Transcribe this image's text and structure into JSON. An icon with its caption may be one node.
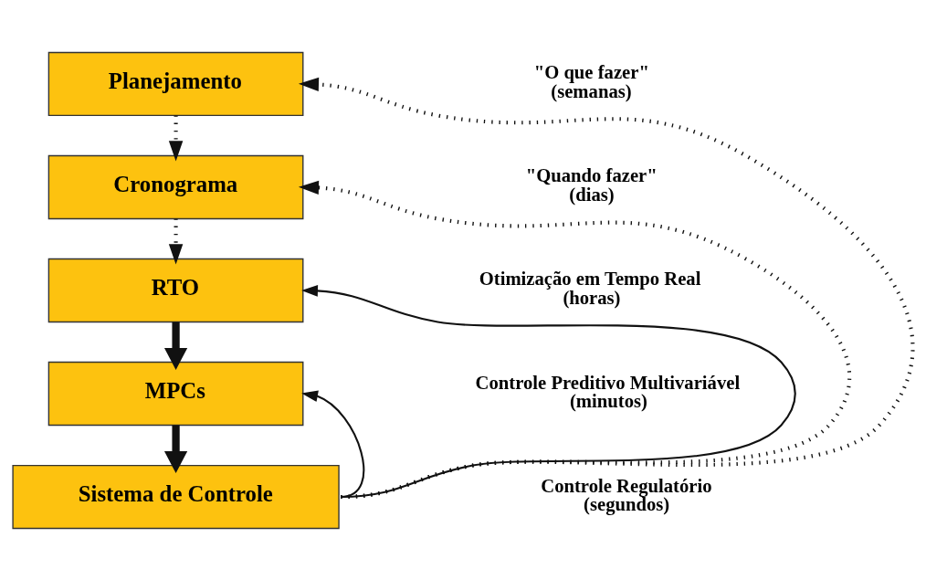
{
  "diagram": {
    "nodes": [
      {
        "text": [
          "Planejamento"
        ],
        "beside": [
          "\"O que fazer\"",
          "(semanas)"
        ]
      },
      {
        "text": [
          "Cronograma"
        ],
        "beside": [
          "\"Quando fazer\"",
          "(dias)"
        ]
      },
      {
        "text": [
          "RTO"
        ],
        "beside": [
          "Otimização em Tempo Real",
          "(horas)"
        ]
      },
      {
        "text": [
          "MPCs"
        ],
        "beside": [
          "Controle Preditivo Multivariável",
          "(minutos)"
        ]
      },
      {
        "text": [
          "Sistema de Controle"
        ],
        "beside": [
          "Controle Regulatório",
          "(segundos)"
        ]
      }
    ],
    "edges": [
      {
        "from": 0,
        "to": 1,
        "arrow": "to",
        "style": "dashed"
      },
      {
        "from": 1,
        "to": 2,
        "arrow": "to",
        "style": "dashed"
      },
      {
        "from": 2,
        "to": 3,
        "arrow": "to",
        "style": "thick"
      },
      {
        "from": 3,
        "to": 4,
        "arrow": "to",
        "style": "thick"
      },
      {
        "from": 4,
        "to": 3,
        "arrow": "to"
      },
      {
        "from": 4,
        "to": 2,
        "arrow": "to"
      },
      {
        "from": 4,
        "to": 1,
        "arrow": "to",
        "style": "dashed"
      },
      {
        "from": 4,
        "to": 0,
        "arrow": "to",
        "style": "dashed"
      }
    ]
  }
}
